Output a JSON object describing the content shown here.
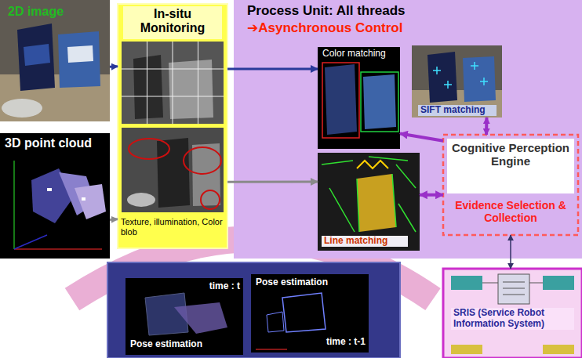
{
  "diagram": {
    "nodes": [
      {
        "text": [
          "2D image"
        ]
      },
      {
        "text": [
          "3D point cloud"
        ]
      },
      {
        "text": [
          "In-situ Monitoring",
          "Texture, illumination, Color blob"
        ]
      },
      {
        "text": [
          "Process Unit: All threads",
          "➔Asynchronous Control"
        ]
      },
      {
        "text": [
          "Color matching"
        ],
        "in": 3
      },
      {
        "text": [
          "SIFT matching"
        ],
        "in": 3
      },
      {
        "text": [
          "Line matching"
        ],
        "in": 3
      },
      {
        "text": [
          "Cognitive Perception Engine",
          "Evidence Selection & Collection"
        ],
        "in": 3
      },
      {
        "text": [
          "time : t",
          "Pose estimation"
        ]
      },
      {
        "text": [
          "Pose estimation",
          "time : t-1"
        ]
      },
      {
        "text": [
          "SRIS (Service Robot Information System)"
        ]
      }
    ],
    "edges": [
      {
        "from": 0,
        "to": 2,
        "arrow": "to"
      },
      {
        "from": 1,
        "to": 2,
        "arrow": "to"
      },
      {
        "from": 2,
        "to": 4,
        "arrow": "to"
      },
      {
        "from": 2,
        "to": 6,
        "arrow": "to"
      },
      {
        "from": 7,
        "to": 4,
        "arrow": "to"
      },
      {
        "from": 7,
        "to": 5,
        "arrow": "both"
      },
      {
        "from": 7,
        "to": 6,
        "arrow": "both"
      },
      {
        "from": 7,
        "to": 10,
        "arrow": "both"
      }
    ]
  }
}
